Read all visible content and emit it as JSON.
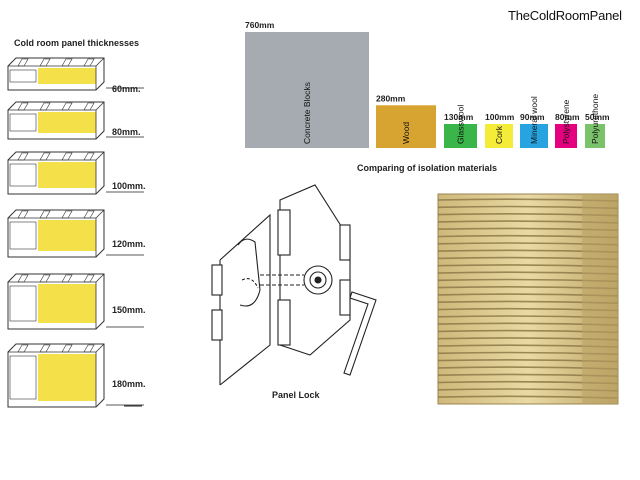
{
  "brand": "TheColdRoomPanel",
  "panels": {
    "title": "Cold room panel thicknesses",
    "items": [
      {
        "label": "60mm.",
        "thickness_mm": 60
      },
      {
        "label": "80mm.",
        "thickness_mm": 80
      },
      {
        "label": "100mm.",
        "thickness_mm": 100
      },
      {
        "label": "120mm.",
        "thickness_mm": 120
      },
      {
        "label": "150mm.",
        "thickness_mm": 150
      },
      {
        "label": "180mm.",
        "thickness_mm": 180
      }
    ]
  },
  "chart_data": {
    "type": "bar",
    "title": "Comparing of isolation materials",
    "xlabel": "",
    "ylabel": "",
    "categories": [
      "Concrete Blocks",
      "Wood",
      "Glasswool",
      "Cork",
      "Mineral wool",
      "Polystyrene",
      "Polyurethone"
    ],
    "values": [
      760,
      280,
      130,
      100,
      90,
      80,
      50
    ],
    "value_labels": [
      "760mm",
      "280mm",
      "130mm",
      "100mm",
      "90mm",
      "80mm",
      "50mm"
    ],
    "colors": [
      "#a5abb0",
      "#d8a431",
      "#3ab54a",
      "#f5ec3a",
      "#27a4e0",
      "#e4007f",
      "#7bc36b"
    ],
    "grid": false,
    "legend": "none"
  },
  "lock": {
    "caption": "Panel Lock"
  },
  "colors": {
    "foam": "#f4e14a",
    "steel": "#ffffff",
    "outline": "#333333"
  }
}
